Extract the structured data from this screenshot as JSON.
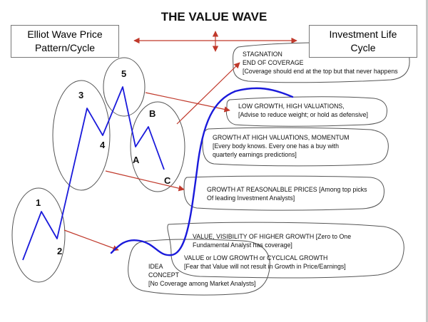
{
  "title": "THE VALUE WAVE",
  "left_box": {
    "line1": "Elliot Wave Price",
    "line2": "Pattern/Cycle"
  },
  "right_box": {
    "line1": "Investment Life",
    "line2": "Cycle"
  },
  "wave_labels": [
    "1",
    "2",
    "3",
    "4",
    "5",
    "A",
    "B",
    "C"
  ],
  "stages": {
    "stagnation": {
      "l1": "STAGNATION",
      "l2": "END OF COVERAGE",
      "l3": "[Coverage should end at the top but that never happens"
    },
    "low_growth_high_val": {
      "l1": "LOW GROWTH, HIGH VALUATIONS,",
      "l2": "[Advise to reduce weight; or hold as defensive]"
    },
    "growth_high_val": {
      "l1": "GROWTH AT HIGH VALUATIONS, MOMENTUM",
      "l2": "[Every body knows. Every one has a buy with",
      "l3": "quarterly earnings predictions]"
    },
    "garp": {
      "l1": "GROWTH AT REASONALBLE PRICES [Among top picks",
      "l2": "Of leading Investment Analysts]"
    },
    "visibility": {
      "l1": "VALUE, VISIBILITY OF HIGHER GROWTH [Zero to One",
      "l2": "Fundamental Analyst has coverage]"
    },
    "value": {
      "l1": "VALUE or LOW GROWTH or CYCLICAL GROWTH",
      "l2": "[Fear that Value will not result in Growth in Price/Earnings]"
    },
    "idea": {
      "l1": "IDEA",
      "l2": "CONCEPT",
      "l3": "[No Coverage among Market Analysts]"
    }
  },
  "colors": {
    "wave": "#1a1adb",
    "arrow": "#c0392b",
    "outline": "#555555"
  }
}
